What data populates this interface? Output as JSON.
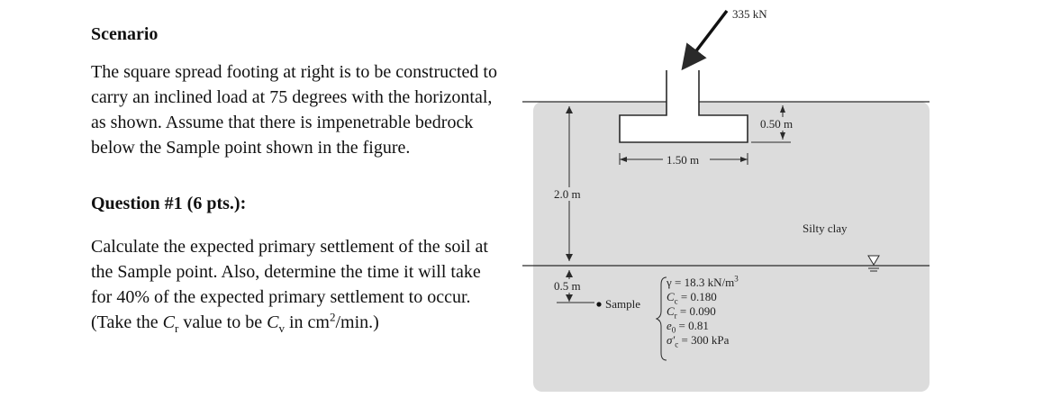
{
  "scenario": {
    "heading": "Scenario",
    "paragraph": "The square spread footing at right is to be constructed to carry an inclined load at 75 degrees with the horizontal, as shown. Assume that there is impenetrable bedrock below the Sample point shown in the figure."
  },
  "question": {
    "heading": "Question #1 (6 pts.):",
    "text_before": "Calculate the expected primary settlement of the soil at the Sample point. Also, determine the time it will take for 40% of the expected primary settlement to occur. (Take the ",
    "cr_symbol": "C",
    "cr_subscript": "r",
    "text_middle": " value to be ",
    "cv_symbol": "C",
    "cv_subscript": "v",
    "text_unit": " in cm",
    "unit_power": "2",
    "text_end": "/min.)"
  },
  "figure": {
    "load_label": "335 kN",
    "embed_depth_label": "0.50 m",
    "width_label": "1.50 m",
    "depth_label": "2.0 m",
    "sample_offset_label": "0.5 m",
    "soil_label": "Silty clay",
    "sample_label": "Sample",
    "properties": {
      "gamma": "γ = 18.3 kN/m",
      "gamma_power": "3",
      "cc_symbol": "C",
      "cc_sub": "c",
      "cc_value": " = 0.180",
      "cr_symbol": "C",
      "cr_sub": "r",
      "cr_value": " = 0.090",
      "e0_symbol": "e",
      "e0_sub": "0",
      "e0_value": " = 0.81",
      "sigma_symbol": "σ′",
      "sigma_sub": "c",
      "sigma_value": " = 300 kPa"
    },
    "colors": {
      "soil": "#dcdcdc",
      "lines": "#2a2a2a",
      "footing": "#ffffff"
    }
  }
}
